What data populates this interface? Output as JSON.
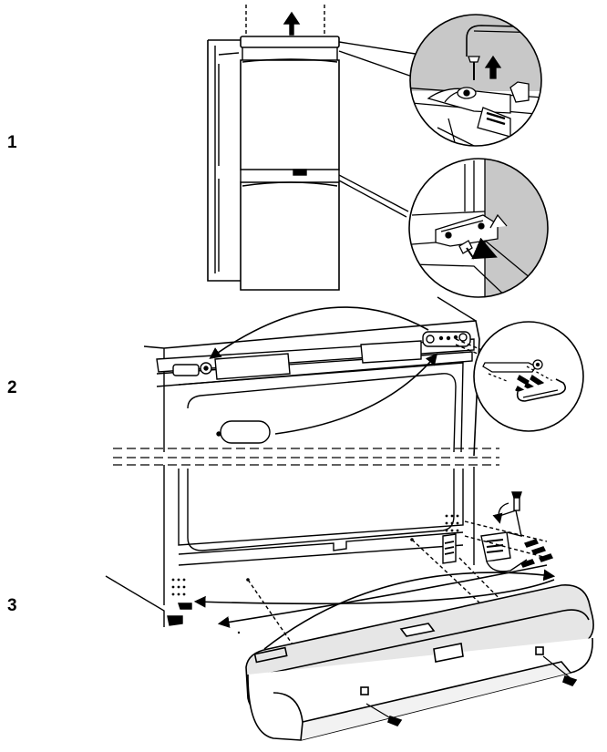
{
  "steps": [
    {
      "number": "1",
      "description_shown": false
    },
    {
      "number": "2",
      "description_shown": false
    },
    {
      "number": "3",
      "description_shown": false
    }
  ],
  "colors": {
    "line": "#000000",
    "background": "#ffffff",
    "wall_shade": "#c8c8c8",
    "light_shade": "#e6e6e6"
  },
  "icons": [
    "up-arrow-icon",
    "screw-icon",
    "hinge-bracket-icon",
    "curved-arrow-icon",
    "dashed-guide-line"
  ]
}
